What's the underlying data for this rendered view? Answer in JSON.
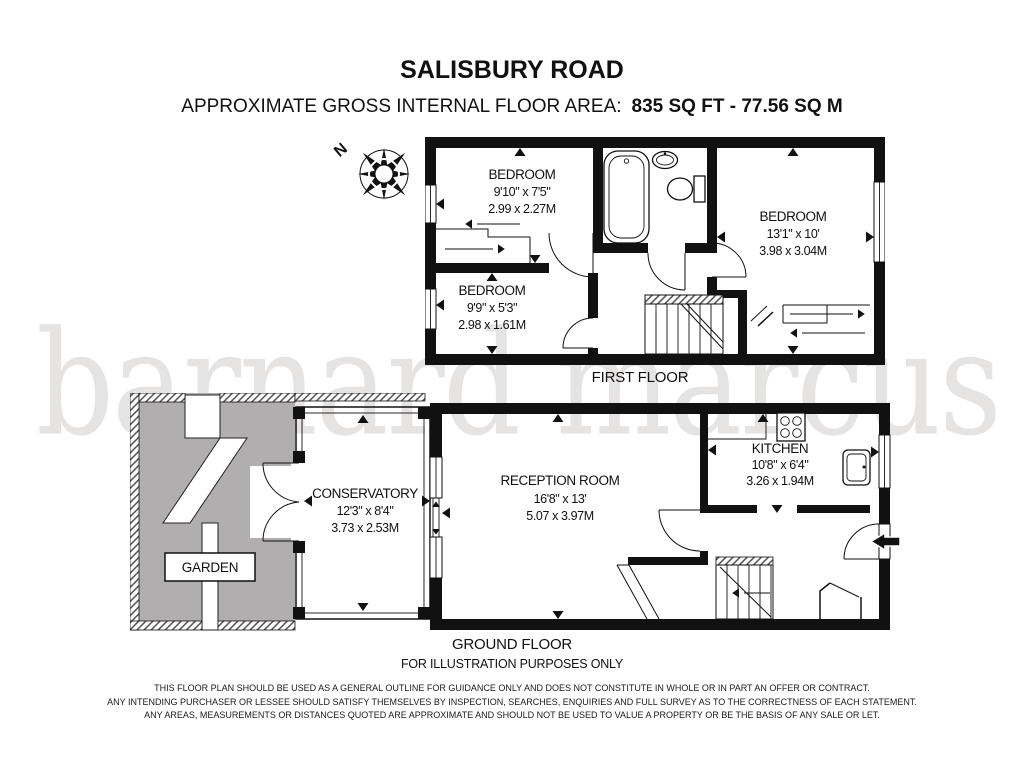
{
  "header": {
    "title": "SALISBURY ROAD",
    "area_label": "APPROXIMATE GROSS INTERNAL FLOOR AREA:",
    "area_value": "835 SQ FT - 77.56 SQ M"
  },
  "watermark": {
    "text": "barnard marcus"
  },
  "compass": {
    "label": "N"
  },
  "first_floor": {
    "label": "FIRST FLOOR",
    "rooms": [
      {
        "name": "BEDROOM",
        "imperial": "9'10\" x 7'5\"",
        "metric": "2.99 x 2.27M"
      },
      {
        "name": "BEDROOM",
        "imperial": "13'1\" x 10'",
        "metric": "3.98 x 3.04M"
      },
      {
        "name": "BEDROOM",
        "imperial": "9'9\" x 5'3\"",
        "metric": "2.98 x 1.61M"
      }
    ]
  },
  "ground_floor": {
    "label": "GROUND FLOOR",
    "note": "FOR ILLUSTRATION PURPOSES ONLY",
    "garden_label": "GARDEN",
    "rooms": [
      {
        "name": "CONSERVATORY",
        "imperial": "12'3\" x 8'4\"",
        "metric": "3.73 x 2.53M"
      },
      {
        "name": "RECEPTION ROOM",
        "imperial": "16'8\" x 13'",
        "metric": "5.07 x 3.97M"
      },
      {
        "name": "KITCHEN",
        "imperial": "10'8\" x 6'4\"",
        "metric": "3.26 x 1.94M"
      }
    ]
  },
  "disclaimer": {
    "line1": "THIS FLOOR PLAN SHOULD BE USED AS A GENERAL OUTLINE FOR GUIDANCE ONLY AND DOES NOT CONSTITUTE IN WHOLE OR IN PART AN OFFER OR CONTRACT.",
    "line2": "ANY INTENDING PURCHASER OR LESSEE SHOULD SATISFY THEMSELVES BY INSPECTION, SEARCHES, ENQUIRIES AND FULL SURVEY AS TO THE CORRECTNESS OF EACH STATEMENT.",
    "line3": "ANY AREAS, MEASUREMENTS OR DISTANCES QUOTED ARE APPROXIMATE AND SHOULD NOT BE USED TO VALUE A PROPERTY OR BE THE BASIS OF ANY SALE OR LET."
  },
  "colors": {
    "wall": "#111111",
    "garden": "#b0aeae",
    "watermark": "#e6e3e3",
    "text": "#111111"
  }
}
